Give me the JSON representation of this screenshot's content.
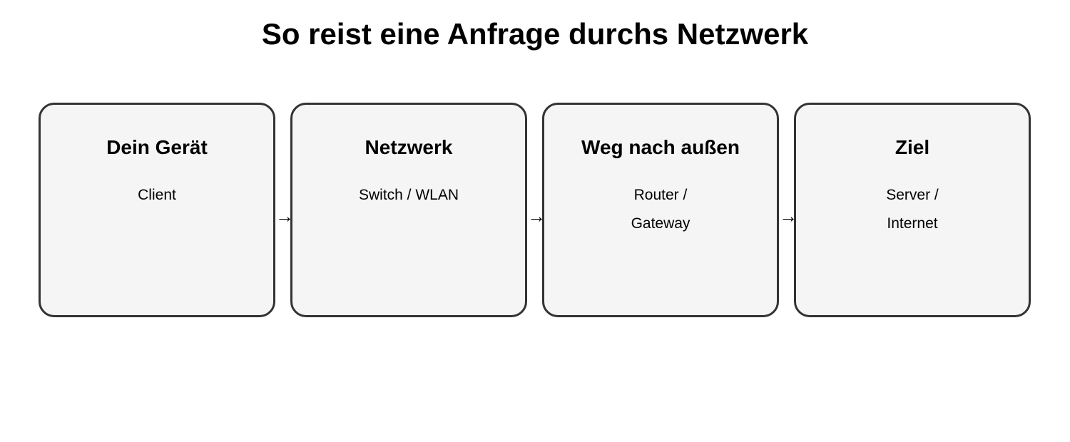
{
  "title": "So reist eine Anfrage durchs Netzwerk",
  "arrow_glyph": "→",
  "steps": [
    {
      "title": "Dein Gerät",
      "lines": [
        "Client"
      ]
    },
    {
      "title": "Netzwerk",
      "lines": [
        "Switch / WLAN"
      ]
    },
    {
      "title": "Weg nach außen",
      "lines": [
        "Router /",
        "Gateway"
      ]
    },
    {
      "title": "Ziel",
      "lines": [
        "Server /",
        "Internet"
      ]
    }
  ],
  "colors": {
    "box_fill": "#f5f5f5",
    "box_border": "#333333",
    "text": "#000000"
  }
}
